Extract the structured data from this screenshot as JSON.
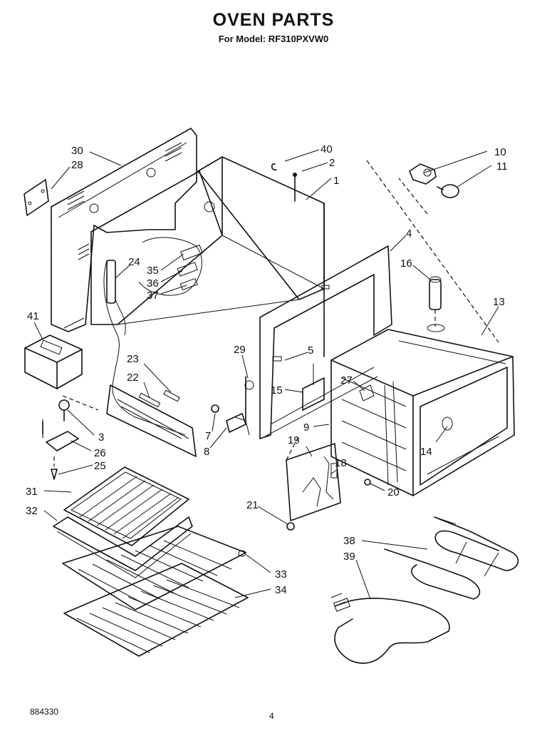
{
  "header": {
    "title": "OVEN PARTS",
    "subtitle": "For Model: RF310PXVW0"
  },
  "footer": {
    "code": "884330",
    "page": "4"
  },
  "callouts": [
    {
      "id": "c30",
      "label": "30"
    },
    {
      "id": "c28",
      "label": "28"
    },
    {
      "id": "c40",
      "label": "40"
    },
    {
      "id": "c2",
      "label": "2"
    },
    {
      "id": "c1",
      "label": "1"
    },
    {
      "id": "c10",
      "label": "10"
    },
    {
      "id": "c11",
      "label": "11"
    },
    {
      "id": "c4",
      "label": "4"
    },
    {
      "id": "c16",
      "label": "16"
    },
    {
      "id": "c13",
      "label": "13"
    },
    {
      "id": "c24",
      "label": "24"
    },
    {
      "id": "c35",
      "label": "35"
    },
    {
      "id": "c36",
      "label": "36"
    },
    {
      "id": "c37",
      "label": "37"
    },
    {
      "id": "c41",
      "label": "41"
    },
    {
      "id": "c23",
      "label": "23"
    },
    {
      "id": "c22",
      "label": "22"
    },
    {
      "id": "c29",
      "label": "29"
    },
    {
      "id": "c5",
      "label": "5"
    },
    {
      "id": "c27",
      "label": "27"
    },
    {
      "id": "c15",
      "label": "15"
    },
    {
      "id": "c3",
      "label": "3"
    },
    {
      "id": "c26",
      "label": "26"
    },
    {
      "id": "c25",
      "label": "25"
    },
    {
      "id": "c7",
      "label": "7"
    },
    {
      "id": "c8",
      "label": "8"
    },
    {
      "id": "c9",
      "label": "9"
    },
    {
      "id": "c19",
      "label": "19"
    },
    {
      "id": "c14",
      "label": "14"
    },
    {
      "id": "c18",
      "label": "18"
    },
    {
      "id": "c20",
      "label": "20"
    },
    {
      "id": "c31",
      "label": "31"
    },
    {
      "id": "c32",
      "label": "32"
    },
    {
      "id": "c21",
      "label": "21"
    },
    {
      "id": "c38",
      "label": "38"
    },
    {
      "id": "c39",
      "label": "39"
    },
    {
      "id": "c33",
      "label": "33"
    },
    {
      "id": "c34",
      "label": "34"
    }
  ]
}
